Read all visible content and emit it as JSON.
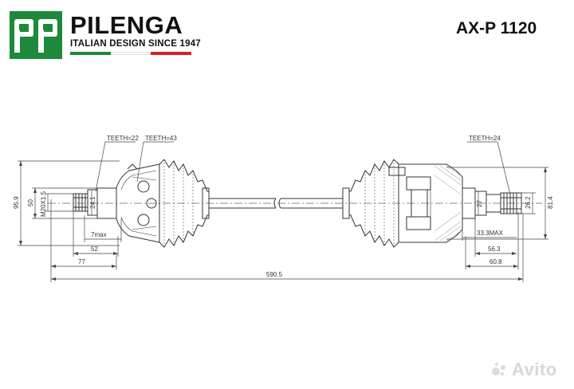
{
  "header": {
    "brand_name": "PILENGA",
    "tagline": "ITALIAN DESIGN SINCE 1947",
    "part_number": "AX-P 1120",
    "flag_colors": [
      "#1c8a3a",
      "#ffffff",
      "#d3232a"
    ],
    "logo_color": "#1c8a3a"
  },
  "drawing": {
    "labels": {
      "teeth_left_outer": "TEETH=22",
      "teeth_left_inner": "TEETH=43",
      "teeth_right": "TEETH=24",
      "thread": "M20X1.5",
      "dim_95_9": "95.9",
      "dim_50": "50",
      "dim_24_1": "24.1",
      "dim_7max": "7max",
      "dim_52": "52",
      "dim_77": "77",
      "dim_590_5": "590.5",
      "dim_27": "27",
      "dim_33_3max": "33.3MAX",
      "dim_56_3": "56.3",
      "dim_60_8": "60.8",
      "dim_26_2": "26.2",
      "dim_81_4": "81.4"
    }
  },
  "watermark": {
    "text": "Avito"
  }
}
